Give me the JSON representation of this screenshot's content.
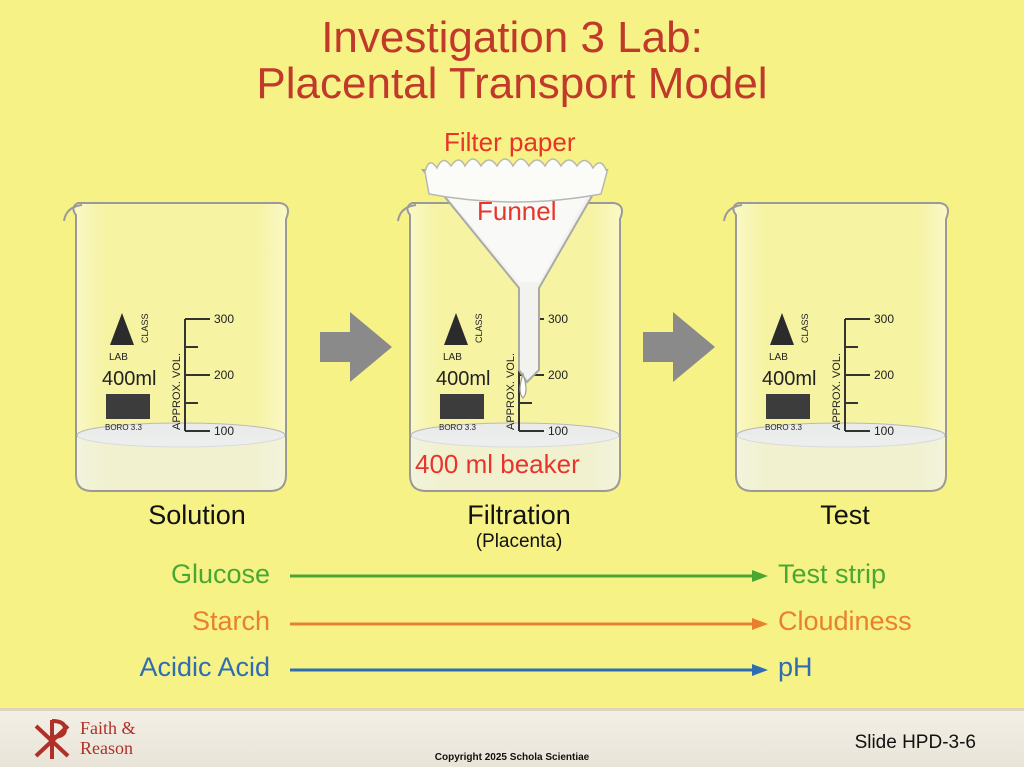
{
  "title": {
    "line1": "Investigation 3 Lab:",
    "line2": "Placental Transport  Model"
  },
  "beaker_markings": {
    "brand_top": "LAB",
    "brand_class": "CLASS",
    "capacity": "400ml",
    "material": "BORO 3.3",
    "volume_label": "APPROX. VOL.",
    "tick_300": "300",
    "tick_200": "200",
    "tick_100": "100"
  },
  "steps": [
    {
      "caption": "Solution"
    },
    {
      "caption": "Filtration",
      "subcaption": "(Placenta)"
    },
    {
      "caption": "Test"
    }
  ],
  "labels": {
    "filter_paper": "Filter paper",
    "funnel": "Funnel",
    "beaker": "400 ml beaker"
  },
  "rows": [
    {
      "left": "Glucose",
      "right": "Test strip",
      "color": "#4aa832"
    },
    {
      "left": "Starch",
      "right": "Cloudiness",
      "color": "#e8812f"
    },
    {
      "left": "Acidic Acid",
      "right": "pH",
      "color": "#2f6db3"
    }
  ],
  "footer": {
    "logo_line1": "Faith &",
    "logo_line2": "Reason",
    "copyright": "Copyright 2025 Schola Scientiae",
    "slide_id": "Slide HPD-3-6"
  },
  "colors": {
    "background": "#f6f286",
    "title": "#c0392b",
    "annotation": "#e8352a",
    "arrow": "#8a8a8a"
  },
  "icons": [
    "beaker-icon",
    "funnel-icon",
    "filter-paper-icon",
    "right-arrow-icon",
    "chi-rho-logo-icon"
  ]
}
